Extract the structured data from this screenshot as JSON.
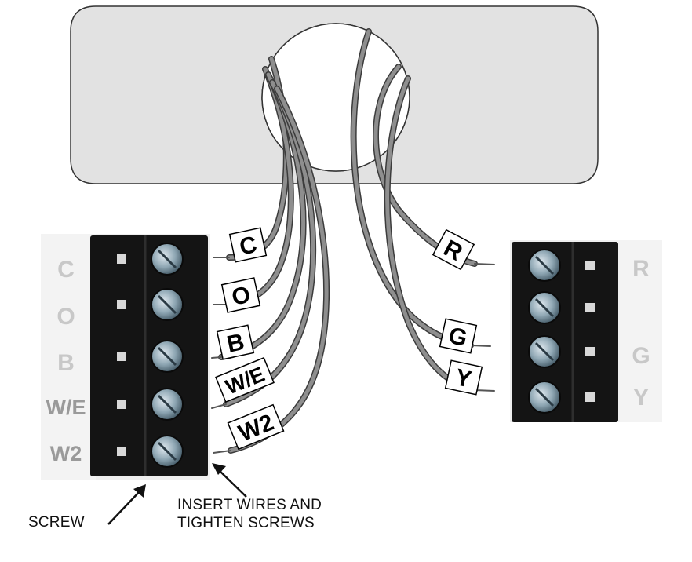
{
  "left_block": {
    "terminals": [
      "C",
      "O",
      "B",
      "W/E",
      "W2"
    ]
  },
  "right_block": {
    "terminals": [
      "R",
      "",
      "G",
      "Y"
    ]
  },
  "wire_tags": {
    "c": "C",
    "o": "O",
    "b": "B",
    "we": "W/E",
    "w2": "W2",
    "r": "R",
    "g": "G",
    "y": "Y"
  },
  "captions": {
    "screw": "SCREW",
    "insert_line1": "INSERT WIRES AND",
    "insert_line2": "TIGHTEN SCREWS"
  },
  "colors": {
    "plate_fill": "#e2e2e2",
    "plate_stroke": "#333333",
    "terminal_block": "#111111",
    "wire": "#8e8e8e",
    "wire_outline": "#3c3c3c",
    "screw": "#8fa7b4",
    "label_gray": "#c8c8c8"
  }
}
